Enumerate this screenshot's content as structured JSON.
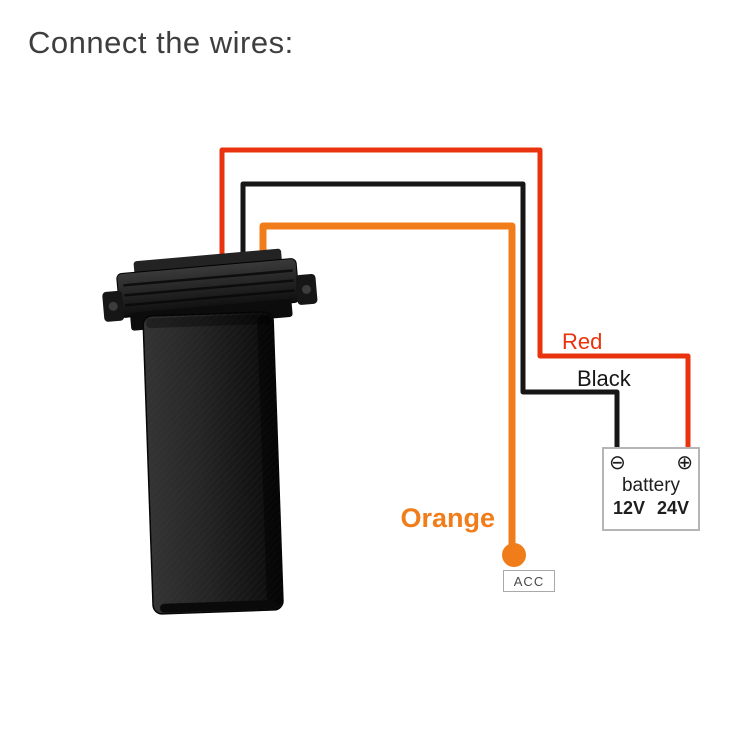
{
  "title": "Connect the wires:",
  "colors": {
    "title_text": "#3e3e3e",
    "red_wire": "#e8330e",
    "black_wire": "#161616",
    "orange_wire": "#f07d1a",
    "battery_border": "#b5b5b5",
    "acc_border": "#a9a9a9"
  },
  "diagram": {
    "device_name": "gps-tracker-device",
    "wires": [
      {
        "id": "red",
        "label": "Red",
        "color": "#e8330e"
      },
      {
        "id": "black",
        "label": "Black",
        "color": "#161616"
      },
      {
        "id": "orange",
        "label": "Orange",
        "color": "#f07d1a"
      }
    ],
    "acc_label": "ACC",
    "battery": {
      "minus_symbol": "⊖",
      "plus_symbol": "⊕",
      "label": "battery",
      "voltage_left": "12V",
      "voltage_right": "24V"
    }
  }
}
